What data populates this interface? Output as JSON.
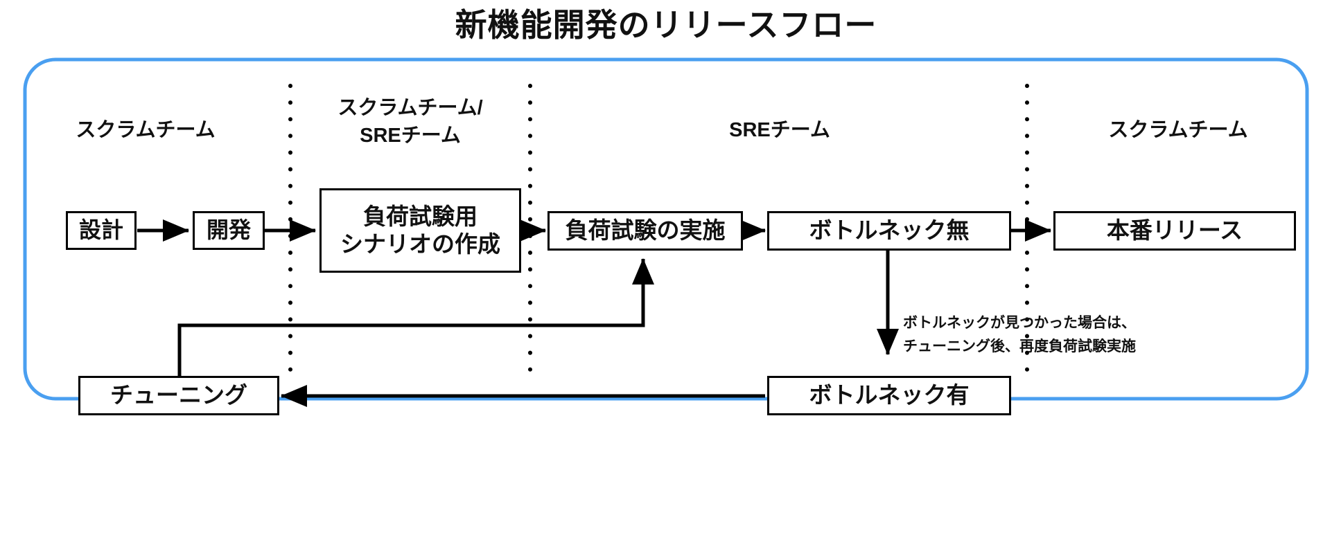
{
  "title": "新機能開発のリリースフロー",
  "frame": {
    "border_color": "#4a9ff0"
  },
  "lanes": [
    {
      "name": "lane-scrum-1",
      "label": "スクラムチーム"
    },
    {
      "name": "lane-scrum-sre",
      "label": "スクラムチーム/\nSREチーム"
    },
    {
      "name": "lane-sre",
      "label": "SREチーム"
    },
    {
      "name": "lane-scrum-2",
      "label": "スクラムチーム"
    }
  ],
  "nodes": [
    {
      "name": "node-design",
      "label": "設計"
    },
    {
      "name": "node-development",
      "label": "開発"
    },
    {
      "name": "node-create-load-test-scenario",
      "label": "負荷試験用\nシナリオの作成"
    },
    {
      "name": "node-run-load-test",
      "label": "負荷試験の実施"
    },
    {
      "name": "node-no-bottleneck",
      "label": "ボトルネック無"
    },
    {
      "name": "node-production-release",
      "label": "本番リリース"
    },
    {
      "name": "node-has-bottleneck",
      "label": "ボトルネック有"
    },
    {
      "name": "node-tuning",
      "label": "チューニング"
    }
  ],
  "annotations": [
    {
      "name": "annotation-bottleneck-found",
      "text": "ボトルネックが見つかった場合は、\nチューニング後、再度負荷試験実施"
    }
  ],
  "colors": {
    "frame_border": "#4a9ff0",
    "node_border": "#000000",
    "connector": "#000000",
    "text": "#111111",
    "background": "#ffffff"
  }
}
